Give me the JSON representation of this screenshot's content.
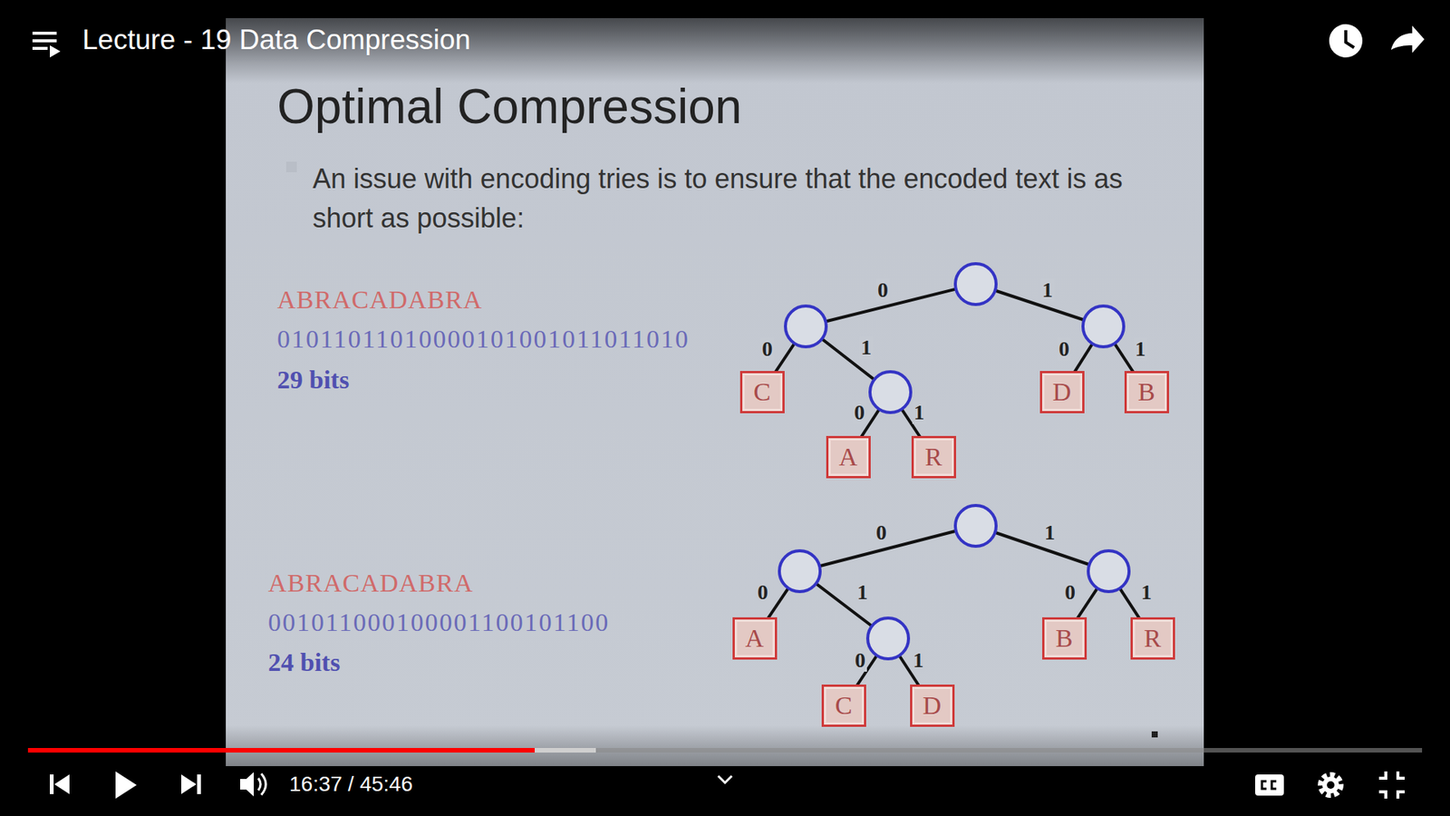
{
  "diagram": {
    "title": "Lecture - 19 Data Compression",
    "nodes": [
      {
        "text": [
          "Optimal Compression",
          "An issue with encoding tries is to ensure that the encoded text is as short as possible:"
        ]
      },
      {
        "text": [
          "C"
        ],
        "in": 0
      },
      {
        "text": [
          "D"
        ],
        "in": 0
      },
      {
        "text": [
          "B"
        ],
        "in": 0
      },
      {
        "text": [
          "A"
        ],
        "in": 0
      },
      {
        "text": [
          "R"
        ],
        "in": 0
      },
      {
        "text": [
          "A"
        ],
        "in": 0
      },
      {
        "text": [
          "B"
        ],
        "in": 0
      },
      {
        "text": [
          "R"
        ],
        "in": 0
      },
      {
        "text": [
          "C"
        ],
        "in": 0
      },
      {
        "text": [
          "D"
        ],
        "in": 0
      }
    ],
    "labels": [
      "ABRACADABRA",
      "01011011010000101001011011010",
      "29 bits",
      "0",
      "1",
      "0",
      "1",
      "0",
      "1",
      "0",
      "1",
      "ABRACADABRA",
      "001011000100001100101100",
      "24 bits",
      "0",
      "1",
      "0",
      "1",
      "0",
      "1",
      "0",
      "1",
      "16:37 / 45:46"
    ]
  }
}
